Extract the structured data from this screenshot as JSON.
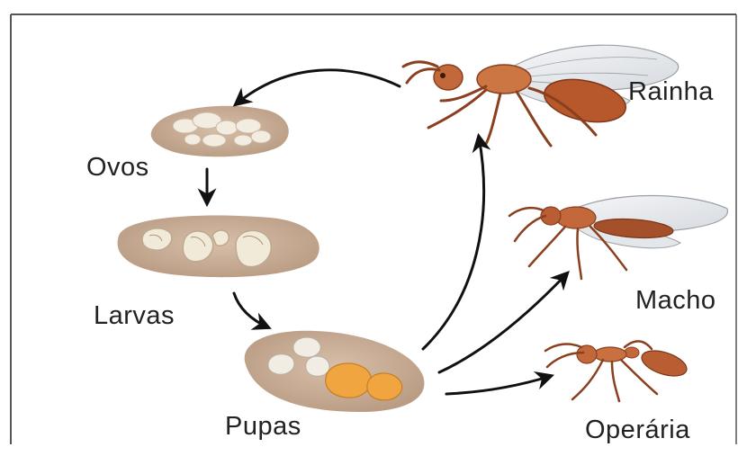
{
  "diagram": {
    "stages": {
      "eggs": "Ovos",
      "larvae": "Larvas",
      "pupae": "Pupas"
    },
    "castes": {
      "queen": "Rainha",
      "male": "Macho",
      "worker": "Operária"
    }
  },
  "colors": {
    "nest": "#c9ab93",
    "nest_dark": "#b79a82",
    "egg": "#f3ece0",
    "pupa_orange": "#f0a540",
    "ant_body": "#c2683a",
    "ant_dark": "#8a3f1f",
    "wing": "#e9ecef",
    "arrow": "#111111",
    "frame": "#555555"
  }
}
